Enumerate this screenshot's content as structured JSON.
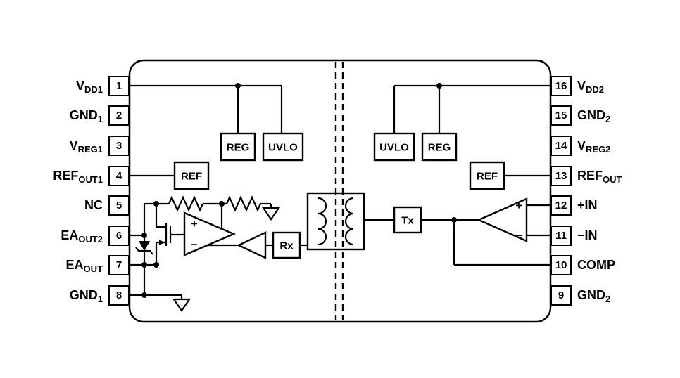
{
  "diagram": {
    "pins_left": [
      {
        "num": "1",
        "base": "V",
        "sub": "DD1"
      },
      {
        "num": "2",
        "base": "GND",
        "sub": "1"
      },
      {
        "num": "3",
        "base": "V",
        "sub": "REG1"
      },
      {
        "num": "4",
        "base": "REF",
        "sub": "OUT1"
      },
      {
        "num": "5",
        "base": "NC",
        "sub": ""
      },
      {
        "num": "6",
        "base": "EA",
        "sub": "OUT2"
      },
      {
        "num": "7",
        "base": "EA",
        "sub": "OUT"
      },
      {
        "num": "8",
        "base": "GND",
        "sub": "1"
      }
    ],
    "pins_right": [
      {
        "num": "16",
        "base": "V",
        "sub": "DD2"
      },
      {
        "num": "15",
        "base": "GND",
        "sub": "2"
      },
      {
        "num": "14",
        "base": "V",
        "sub": "REG2"
      },
      {
        "num": "13",
        "base": "REF",
        "sub": "OUT"
      },
      {
        "num": "12",
        "base": "+IN",
        "sub": ""
      },
      {
        "num": "11",
        "base": "−IN",
        "sub": ""
      },
      {
        "num": "10",
        "base": "COMP",
        "sub": ""
      },
      {
        "num": "9",
        "base": "GND",
        "sub": "2"
      }
    ],
    "blocks": {
      "reg_left": "REG",
      "uvlo_left": "UVLO",
      "ref_left": "REF",
      "uvlo_right": "UVLO",
      "reg_right": "REG",
      "ref_right": "REF",
      "rx": "Rx",
      "tx": "Tx"
    },
    "opamp": {
      "plus": "+",
      "minus": "−"
    },
    "colors": {
      "line": "#000000",
      "background": "#ffffff"
    }
  }
}
